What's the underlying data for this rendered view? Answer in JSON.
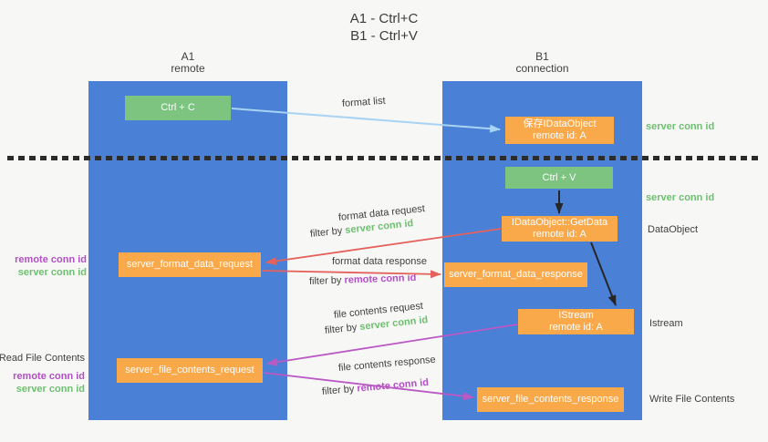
{
  "title": {
    "line1": "A1 - Ctrl+C",
    "line2": "B1 - Ctrl+V"
  },
  "lanes": {
    "left": {
      "name": "A1",
      "role": "remote"
    },
    "right": {
      "name": "B1",
      "role": "connection"
    }
  },
  "boxes": {
    "ctrl_c": {
      "label": "Ctrl + C"
    },
    "ctrl_v": {
      "label": "Ctrl + V"
    },
    "save_dataobject": {
      "line1": "保存IDataObject",
      "line2": "remote id: A"
    },
    "getdata": {
      "line1": "IDataObject::GetData",
      "line2": "remote id: A"
    },
    "istream": {
      "line1": "IStream",
      "line2": "remote id: A"
    },
    "server_format_data_request": {
      "label": "server_format_data_request"
    },
    "server_format_data_response": {
      "label": "server_format_data_response"
    },
    "server_file_contents_request": {
      "label": "server_file_contents_request"
    },
    "server_file_contents_response": {
      "label": "server_file_contents_response"
    }
  },
  "arrow_labels": {
    "format_list": "format list",
    "format_data_request": "format data request",
    "format_data_response": "format data response",
    "file_contents_request": "file contents request",
    "file_contents_response": "file contents response",
    "filter_by": "filter by",
    "server_conn_id": "server conn id",
    "remote_conn_id": "remote conn id"
  },
  "side_labels": {
    "left_top": {
      "remote_conn_id": "remote conn id",
      "server_conn_id": "server conn id"
    },
    "left_bottom": {
      "title": "Read File Contents",
      "remote_conn_id": "remote conn id",
      "server_conn_id": "server conn id"
    },
    "right": {
      "server_conn_id_top": "server conn id",
      "server_conn_id_mid": "server conn id",
      "dataobject": "DataObject",
      "istream": "Istream",
      "write_file_contents": "Write File Contents"
    }
  },
  "colors": {
    "lane_blue": "#4a80d6",
    "box_green": "#7cc47f",
    "box_orange": "#f9a84a",
    "label_green": "#6cc16e",
    "label_purple": "#b44fc6",
    "arrow_red": "#e5625c",
    "arrow_purple": "#bb59c4",
    "arrow_blue": "#a9d3f2",
    "arrow_black": "#262626",
    "text_dark": "#3f3f3f"
  }
}
